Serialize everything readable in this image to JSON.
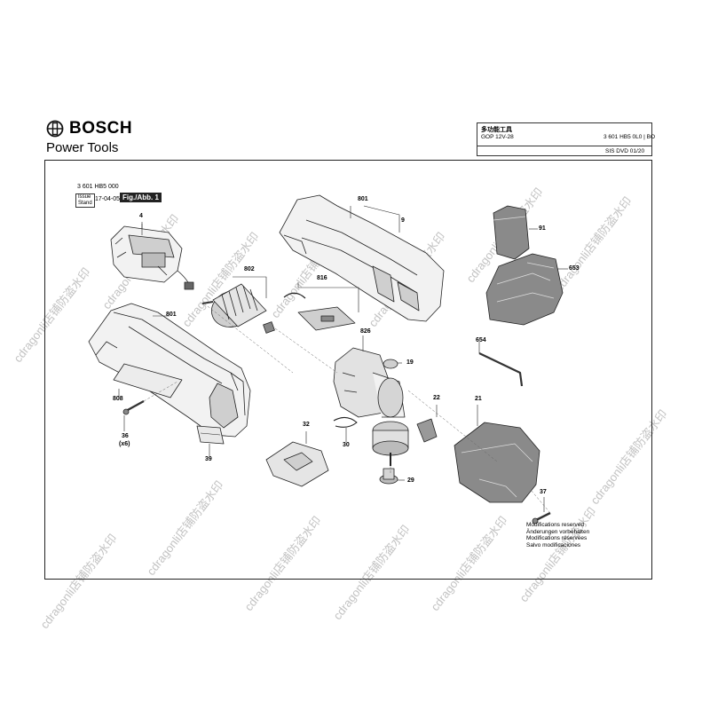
{
  "brand": {
    "name": "BOSCH",
    "subtitle": "Power Tools",
    "logo_icon": "bosch-armature-icon"
  },
  "title_block": {
    "product_name": "多功能工具",
    "model": "GOP 12V-28",
    "part_number": "3 601 HB5 0L0 | BO",
    "sis": "SIS DVD 01/20"
  },
  "doc_info": {
    "doc_number": "3 601 HB5 000",
    "issue_label_line1": "Issue",
    "issue_label_line2": "Stand",
    "issue_date": "17-04-05",
    "figure_label": "Fig./Abb. 1"
  },
  "callouts": {
    "c4": "4",
    "c801a": "801",
    "c9": "9",
    "c91": "91",
    "c653": "653",
    "c802": "802",
    "c816": "816",
    "c801b": "801",
    "c826": "826",
    "c19": "19",
    "c654": "654",
    "c808": "808",
    "c22": "22",
    "c21": "21",
    "c36": "36",
    "c36x": "(x6)",
    "c30": "30",
    "c32": "32",
    "c39": "39",
    "c29": "29",
    "c37": "37"
  },
  "notes": {
    "line1": "Modifications reserved",
    "line2": "Änderungen vorbehalten",
    "line3": "Modifications réservées",
    "line4": "Salvo modificaciones"
  },
  "watermark": {
    "text": "cdragonli店铺防盗水印"
  },
  "colors": {
    "line": "#222222",
    "fill_light": "#f2f2f2",
    "fill_mid": "#cfcfcf",
    "fill_dark": "#8a8a8a"
  }
}
